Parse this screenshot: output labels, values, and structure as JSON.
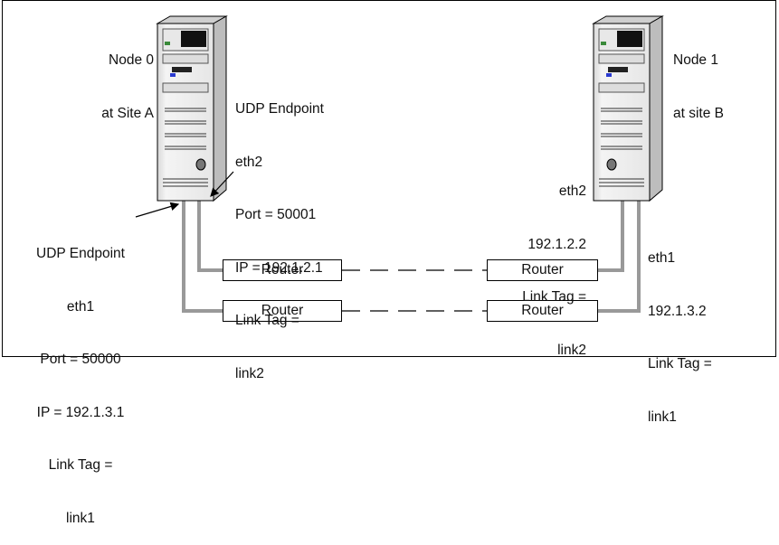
{
  "node0": {
    "name": "Node 0",
    "site": "at Site A"
  },
  "node1": {
    "name": "Node 1",
    "site": "at site B"
  },
  "node0_eth2": {
    "title": "UDP Endpoint",
    "iface": "eth2",
    "port": "Port = 50001",
    "ip": "IP = 192.1.2.1",
    "tag_label": "Link Tag =",
    "tag": "link2"
  },
  "node0_eth1": {
    "title": "UDP Endpoint",
    "iface": "eth1",
    "port": "Port = 50000",
    "ip": "IP = 192.1.3.1",
    "tag_label": "Link Tag =",
    "tag": "link1"
  },
  "node1_eth2": {
    "iface": "eth2",
    "ip": "192.1.2.2",
    "tag_label": "Link Tag =",
    "tag": "link2"
  },
  "node1_eth1": {
    "iface": "eth1",
    "ip": "192.1.3.2",
    "tag_label": "Link Tag =",
    "tag": "link1"
  },
  "routers": {
    "left_top": "Router",
    "left_bottom": "Router",
    "right_top": "Router",
    "right_bottom": "Router"
  },
  "colors": {
    "link": "#999999",
    "line": "#000000",
    "server_body": "#f2f2f2"
  }
}
